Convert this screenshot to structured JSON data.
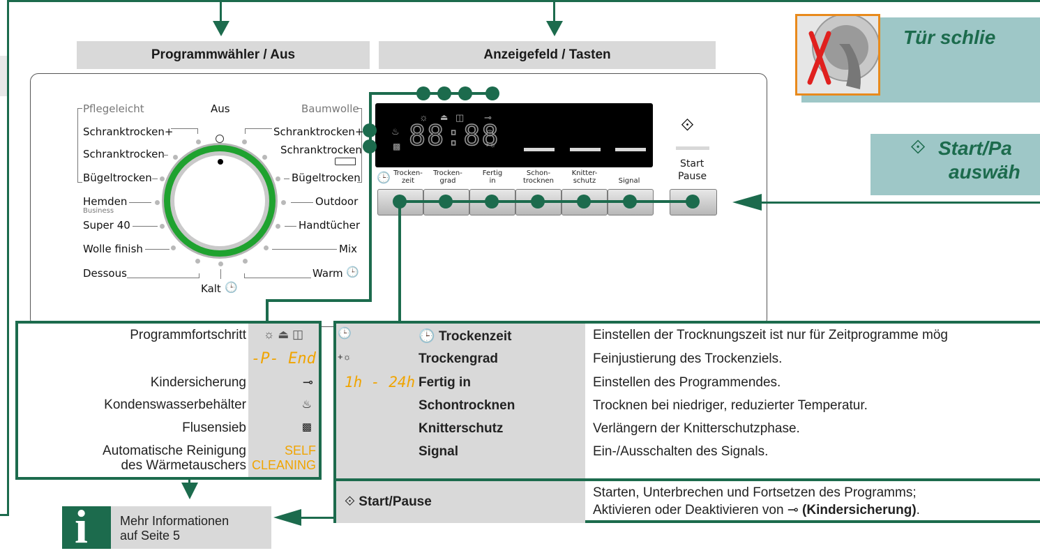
{
  "headers": {
    "program_selector": "Programmwähler / Aus",
    "display_keys": "Anzeigefeld / Tasten"
  },
  "dial": {
    "top_label": "Aus",
    "bottom_label": "Kalt ",
    "left_group_label": "Pflegeleicht",
    "right_group_label": "Baumwolle",
    "left_programs": [
      "Schranktrocken+",
      "Schranktrocken",
      "Bügeltrocken",
      "Hemden",
      "Super 40",
      "Wolle finish",
      "Dessous"
    ],
    "hemden_sub": "Business",
    "right_programs": [
      "Schranktrocken+",
      "Schranktrocken",
      "Bügeltrocken",
      "Outdoor",
      "Handtücher",
      "Mix",
      "Warm "
    ]
  },
  "display_panel": {
    "digits": "88:88",
    "start_label": "Start",
    "pause_label": "Pause",
    "buttons": [
      {
        "line1": "Trocken-",
        "line2": "zeit"
      },
      {
        "line1": "Trocken-",
        "line2": "grad"
      },
      {
        "line1": "Fertig",
        "line2": "in"
      },
      {
        "line1": "Schon-",
        "line2": "trocknen"
      },
      {
        "line1": "Knitter-",
        "line2": "schutz"
      },
      {
        "line1": "",
        "line2": "Signal"
      }
    ]
  },
  "left_legend": {
    "rows": [
      {
        "label": "Programmfortschritt",
        "symbol": "☼ ⏏ ◫"
      },
      {
        "label": "",
        "symbol": "-P- End"
      },
      {
        "label": "Kindersicherung",
        "symbol": "⊸"
      },
      {
        "label": "Kondenswasserbehälter",
        "symbol": "♨"
      },
      {
        "label": "Flusensieb",
        "symbol": "▩"
      },
      {
        "label": "Automatische Reinigung",
        "label2": "des Wärmetauschers",
        "symbol": "SELF",
        "symbol2": "CLEANING"
      }
    ]
  },
  "right_legend": {
    "rows": [
      {
        "code": "",
        "name": "Trockenzeit",
        "desc": "Einstellen der Trocknungszeit ist nur für Zeitprogramme mög"
      },
      {
        "code": "",
        "name": "Trockengrad",
        "desc": "Feinjustierung des Trockenziels."
      },
      {
        "code": "1h - 24h",
        "name": "Fertig in",
        "desc": "Einstellen des Programmendes."
      },
      {
        "code": "",
        "name": "Schontrocknen",
        "desc": "Trocknen bei niedriger, reduzierter Temperatur."
      },
      {
        "code": "",
        "name": "Knitterschutz",
        "desc": "Verlängern der Knitterschutzphase."
      },
      {
        "code": "",
        "name": "Signal",
        "desc": "Ein-/Ausschalten des Signals."
      }
    ],
    "start_pause": {
      "name": "Start/Pause",
      "desc1": "Starten, Unterbrechen und Fortsetzen des Programms;",
      "desc2_prefix": "Aktivieren oder Deaktivieren von ",
      "desc2_bold": "(Kindersicherung)",
      "desc2_suffix": "."
    }
  },
  "info_box": {
    "line1": "Mehr Informationen",
    "line2": "auf Seite 5"
  },
  "right_panels": {
    "door_text": "Tür schlie",
    "start_text1": "Start/Pa",
    "start_text2": "auswäh"
  },
  "colors": {
    "accent_green": "#1c6b4d",
    "ring_green": "#2aa33a",
    "panel_teal": "#9ec7c7",
    "header_grey": "#d9d9d9",
    "code_yellow": "#f0a400"
  }
}
